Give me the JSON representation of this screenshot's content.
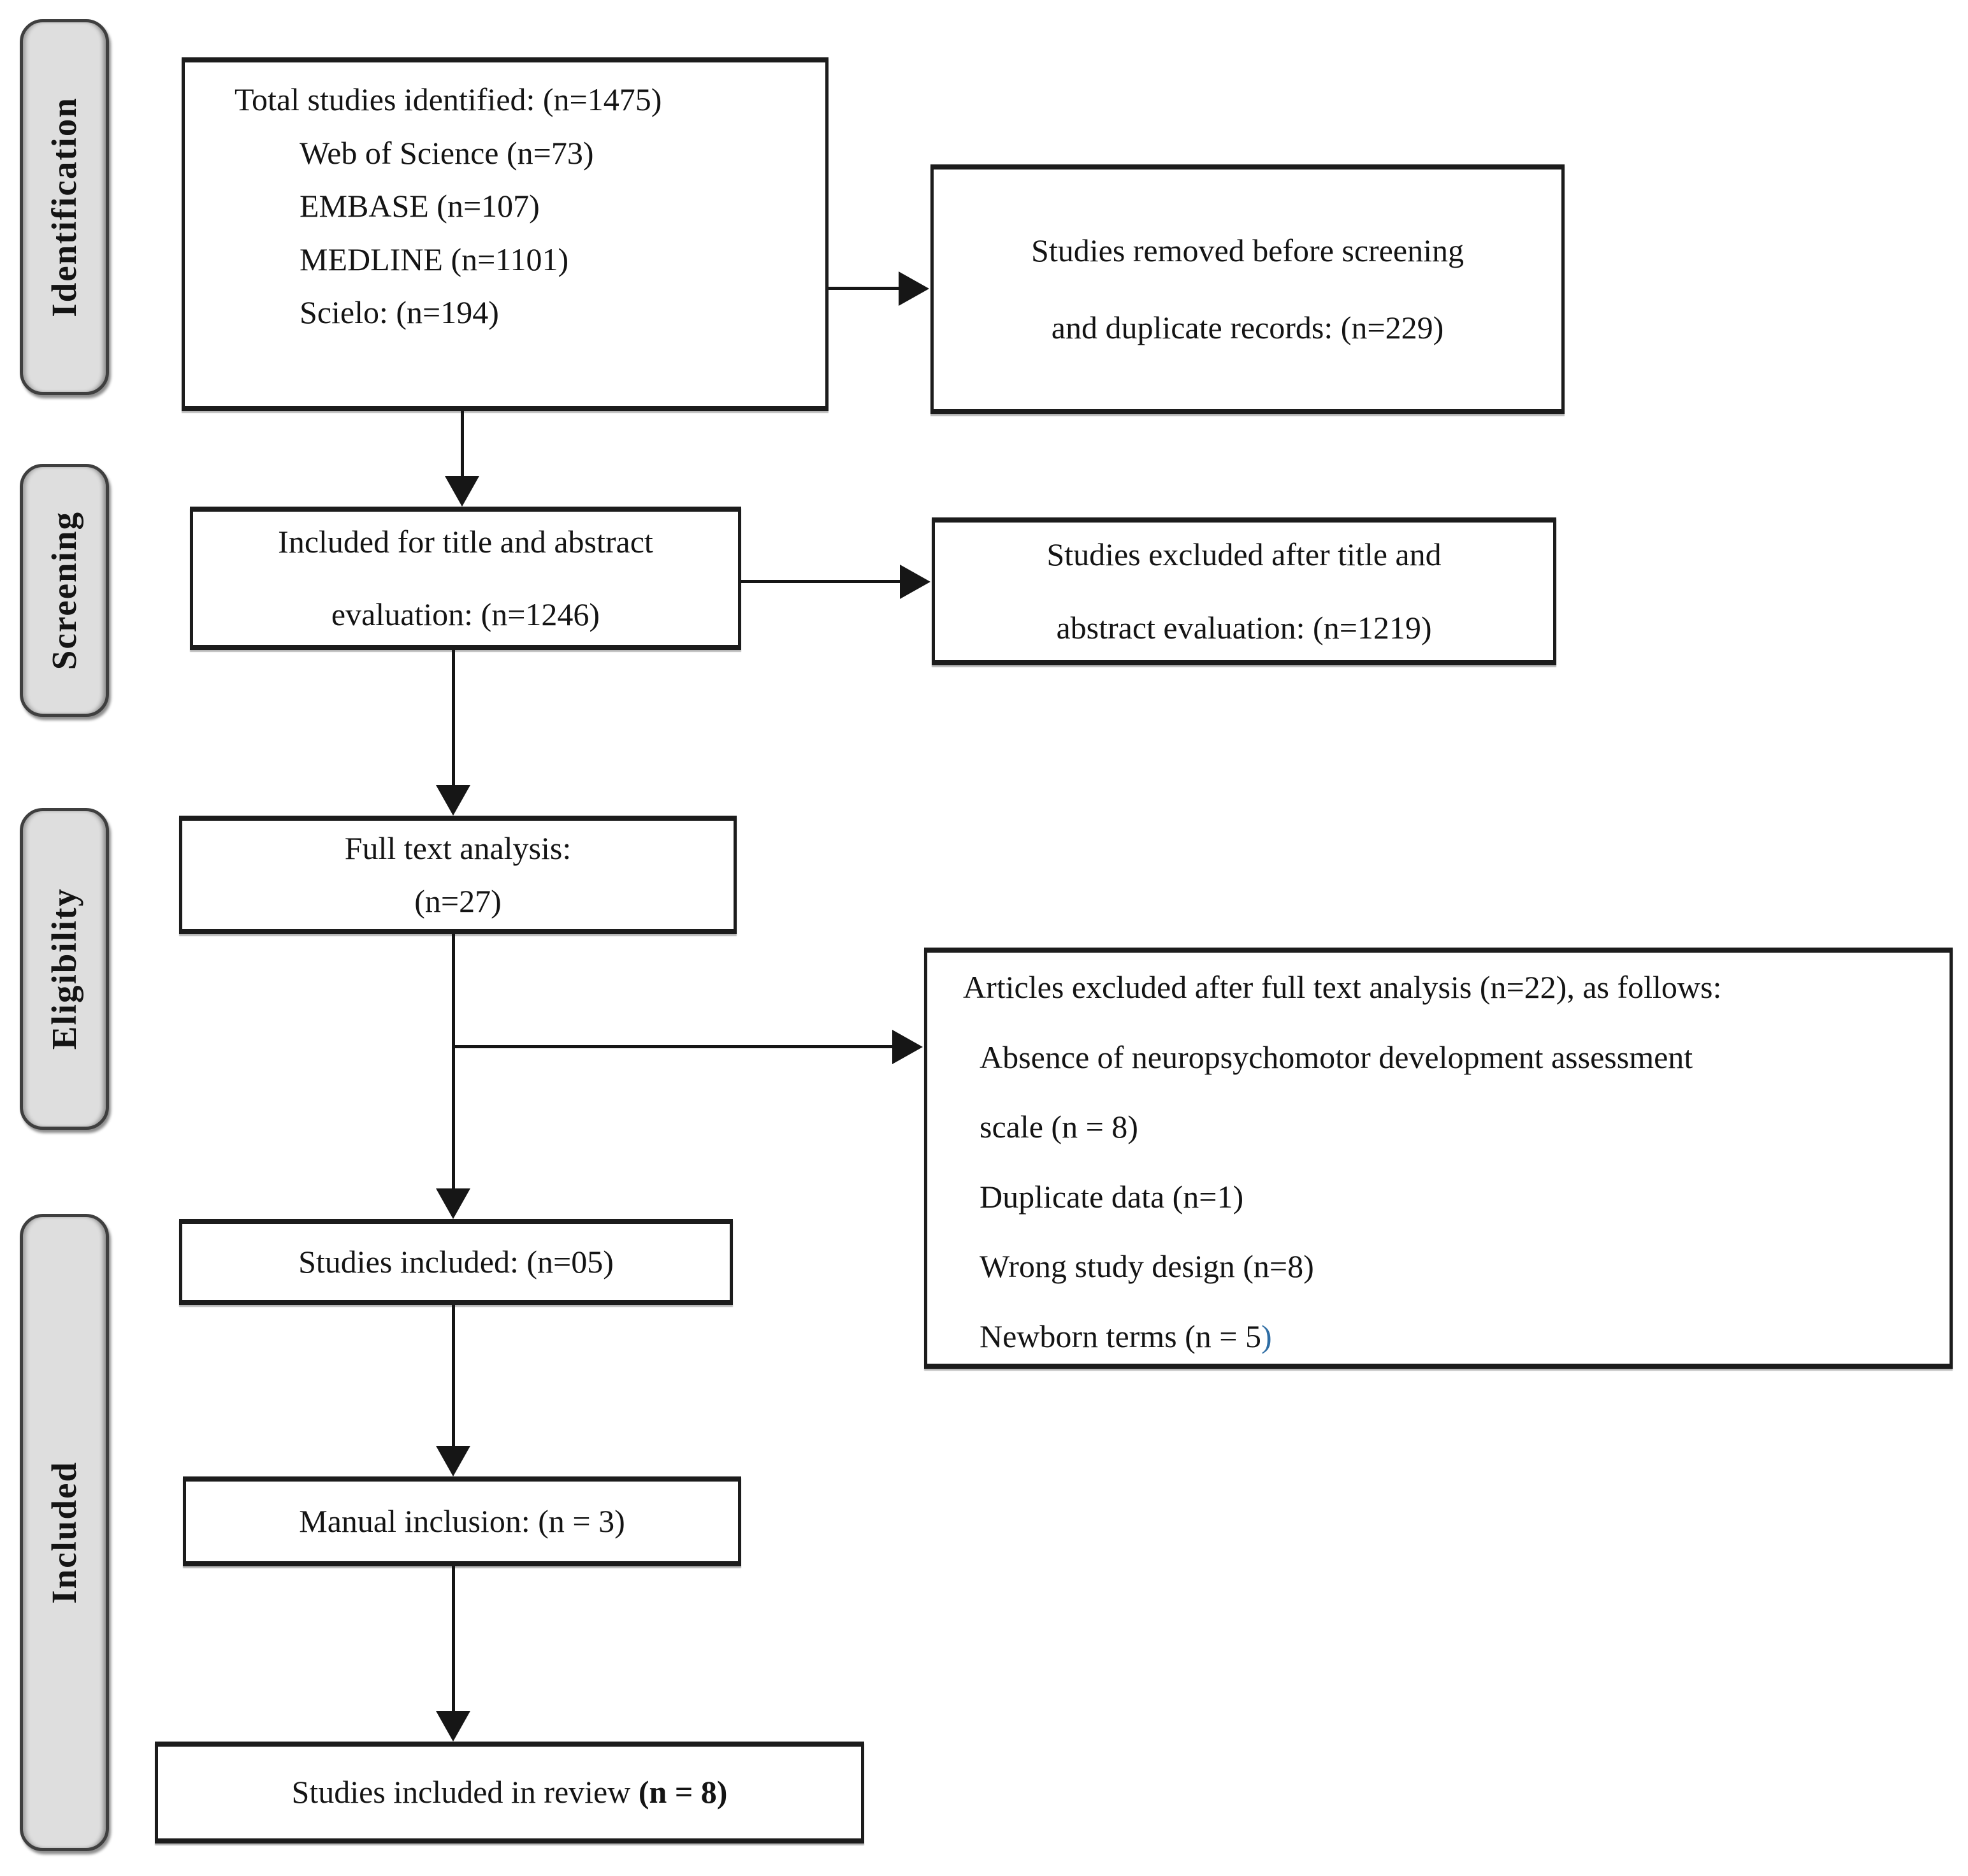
{
  "figure": {
    "type": "prisma_flow_diagram",
    "colors": {
      "stage_bg": "#dedede",
      "stage_border": "#3f3f3f",
      "box_border": "#1c1c1c",
      "line": "#161616",
      "text": "#141414",
      "accent_blue": "#2e6da4"
    },
    "stages": [
      {
        "label": "Identification"
      },
      {
        "label": "Screening"
      },
      {
        "label": "Eligibility"
      },
      {
        "label": "Included"
      }
    ],
    "boxes": {
      "identified": {
        "title": "Total studies identified: (n=1475)",
        "sources": [
          "Web of Science (n=73)",
          "EMBASE (n=107)",
          "MEDLINE (n=1101)",
          "Scielo: (n=194)"
        ]
      },
      "removed": {
        "line1": "Studies removed before screening",
        "line2": "and duplicate records: (n=229)"
      },
      "title_abstract": {
        "line1": "Included for title and abstract",
        "line2": "evaluation: (n=1246)"
      },
      "excluded_title": {
        "line1": "Studies excluded after title and",
        "line2": "abstract evaluation: (n=1219)"
      },
      "full_text": {
        "line1": "Full text analysis:",
        "line2": "(n=27)"
      },
      "excluded_full": {
        "title": "Articles excluded after full text analysis (n=22), as follows:",
        "reasons": [
          "Absence of neuropsychomotor development assessment",
          "scale (n = 8)",
          "Duplicate data (n=1)",
          "Wrong study design (n=8)"
        ],
        "newborn_prefix": "Newborn terms (n = 5",
        "newborn_paren": ")"
      },
      "included": {
        "text": "Studies included: (n=05)"
      },
      "manual": {
        "text": "Manual inclusion: (n = 3)"
      },
      "review": {
        "prefix": "Studies included in review ",
        "bold": "(n = 8)"
      }
    }
  }
}
